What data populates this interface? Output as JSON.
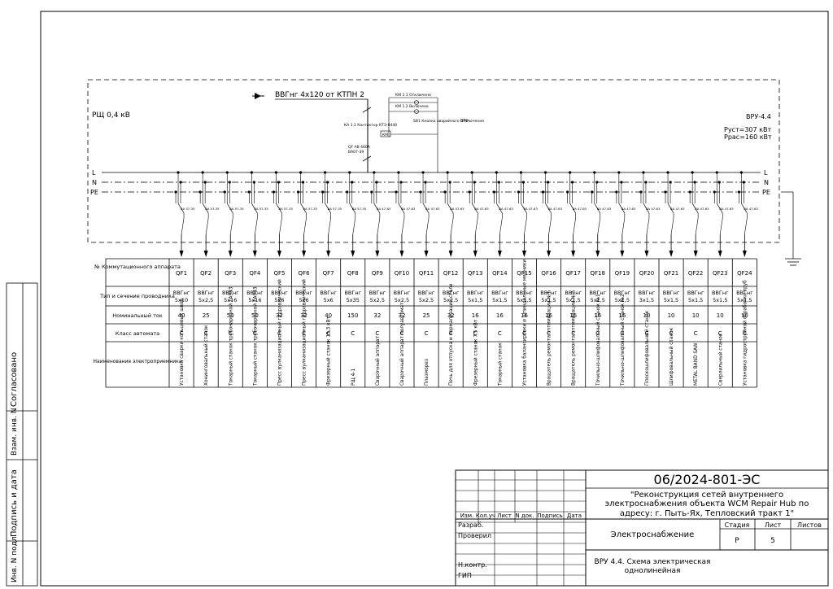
{
  "header": {
    "cable_label": "ВВГнг 4х120 от КТПН 2",
    "panel_left_label": "РЩ 0,4 кВ",
    "panel_right_label": "ВРУ-4.4",
    "p_installed": "Руст=307 кВт",
    "p_calc": "Ррас=160 кВт",
    "vru_label": "ВРУ"
  },
  "control": {
    "km_off": "КМ 1.1 Отключено",
    "km_on": "КМ 1.2 Включено",
    "ka_label": "КА 1.1 Контактор КТЭ-0440",
    "km_box": "КМ",
    "sb_label": "SB1 Кнопка аварийного отключения",
    "qf_main": "QF АВ 400А",
    "qf_main2": "ВА07-39"
  },
  "buses": {
    "l": "L",
    "n": "N",
    "pe": "PE"
  },
  "table_headers": {
    "device": "№ Коммутационного аппарата",
    "cable": "Тип и сечение проводника",
    "current": "Номинальный ток",
    "class": "Класс автомата",
    "consumer": "Наименование электроприемника"
  },
  "feeders": [
    {
      "qf": "QF1",
      "cable1": "ВВГнг",
      "cable2": "5х10",
      "current": "40",
      "cls": "C",
      "breaker": "ВА 57-35",
      "name": "Установка сварки кольцевых швов"
    },
    {
      "qf": "QF2",
      "cable1": "ВВГнг",
      "cable2": "5х2,5",
      "current": "25",
      "cls": "C",
      "breaker": "ВА 57-35",
      "name": "Хонинговальный станок"
    },
    {
      "qf": "QF3",
      "cable1": "ВВГнг",
      "cable2": "5х16",
      "current": "50",
      "cls": "C",
      "breaker": "ВА 57-35",
      "name": "Токарный станок трубонарезной 1А983"
    },
    {
      "qf": "QF4",
      "cable1": "ВВГнг",
      "cable2": "5х16",
      "current": "50",
      "cls": "C",
      "breaker": "ВА 57-35",
      "name": "Токарный станок трубонарезной 1А983"
    },
    {
      "qf": "QF5",
      "cable1": "ВВГнг",
      "cable2": "5х6",
      "current": "32",
      "cls": "C",
      "breaker": "ВА 57-35",
      "name": "Пресс вулканизационный гидравлический"
    },
    {
      "qf": "QF6",
      "cable1": "ВВГнг",
      "cable2": "5х6",
      "current": "32",
      "cls": "C",
      "breaker": "ВА 57-35",
      "name": "Пресс вулканизационный гидравлический"
    },
    {
      "qf": "QF7",
      "cable1": "ВВГнг",
      "cable2": "5х6",
      "current": "40",
      "cls": "C",
      "breaker": "ВА 57-35",
      "name": "Фрезерный станок 15,3 кВт"
    },
    {
      "qf": "QF8",
      "cable1": "ВВГнг",
      "cable2": "5х35",
      "current": "150",
      "cls": "C",
      "breaker": "ВА 57-35",
      "name": "РЩ 4-1"
    },
    {
      "qf": "QF9",
      "cable1": "ВВГнг",
      "cable2": "5х2,5",
      "current": "32",
      "cls": "C",
      "breaker": "ВА 47-63",
      "name": "Сварочный аппарат"
    },
    {
      "qf": "QF10",
      "cable1": "ВВГнг",
      "cable2": "5х2,5",
      "current": "32",
      "cls": "C",
      "breaker": "ВА 47-63",
      "name": "Сварочный аппарат полуавтомат"
    },
    {
      "qf": "QF11",
      "cable1": "ВВГнг",
      "cable2": "5х2,5",
      "current": "25",
      "cls": "C",
      "breaker": "ВА 47-63",
      "name": "Плазморез"
    },
    {
      "qf": "QF12",
      "cable1": "ВВГнг",
      "cable2": "5х2,5",
      "current": "32",
      "cls": "C",
      "breaker": "ВА 47-63",
      "name": "Печь для отпуска и нормализации стали"
    },
    {
      "qf": "QF13",
      "cable1": "ВВГнг",
      "cable2": "5х1,5",
      "current": "16",
      "cls": "C",
      "breaker": "ВА 47-63",
      "name": "Фрезерный станок 7,5 кВт"
    },
    {
      "qf": "QF14",
      "cable1": "ВВГнг",
      "cable2": "5х1,5",
      "current": "16",
      "cls": "C",
      "breaker": "ВА 47-63",
      "name": "Токарный станок"
    },
    {
      "qf": "QF15",
      "cable1": "ВВГнг",
      "cable2": "5х1,5",
      "current": "16",
      "cls": "C",
      "breaker": "ВА 47-63",
      "name": "Установка балансировки и шпиндельные мехники"
    },
    {
      "qf": "QF16",
      "cable1": "ВВГнг",
      "cable2": "5х1,5",
      "current": "16",
      "cls": "C",
      "breaker": "ВА 47-63",
      "name": "Вращатель ремонта оптимизации №1"
    },
    {
      "qf": "QF17",
      "cable1": "ВВГнг",
      "cable2": "5х1,5",
      "current": "16",
      "cls": "C",
      "breaker": "ВА 47-63",
      "name": "Вращатель ремонта оптимизации №2"
    },
    {
      "qf": "QF18",
      "cable1": "ВВГнг",
      "cable2": "5х1,5",
      "current": "16",
      "cls": "C",
      "breaker": "ВА 47-63",
      "name": "Точильно-шлифовальный станок №1"
    },
    {
      "qf": "QF19",
      "cable1": "ВВГнг",
      "cable2": "5х1,5",
      "current": "16",
      "cls": "C",
      "breaker": "ВА 47-63",
      "name": "Точильно-шлифовальный станок №2"
    },
    {
      "qf": "QF20",
      "cable1": "ВВГнг",
      "cable2": "3х1,5",
      "current": "10",
      "cls": "C",
      "breaker": "ВА 47-63",
      "name": "Плоскошлифовальный станок"
    },
    {
      "qf": "QF21",
      "cable1": "ВВГнг",
      "cable2": "5х1,5",
      "current": "10",
      "cls": "C",
      "breaker": "ВА 47-63",
      "name": "Шлифовальный станок"
    },
    {
      "qf": "QF22",
      "cable1": "ВВГнг",
      "cable2": "5х1,5",
      "current": "10",
      "cls": "C",
      "breaker": "ВА 47-63",
      "name": "METAL BAND SAW"
    },
    {
      "qf": "QF23",
      "cable1": "ВВГнг",
      "cable2": "5х1,5",
      "current": "10",
      "cls": "C",
      "breaker": "ВА 47-63",
      "name": "Сверлильный станок"
    },
    {
      "qf": "QF24",
      "cable1": "ВВГнг",
      "cable2": "5х1,5",
      "current": "10",
      "cls": "C",
      "breaker": "ВА 47-63",
      "name": "Установка гидроструйной обработки труб"
    }
  ],
  "side_stamps": {
    "soglasovano": "Согласовано",
    "vzam": "Взам. инв. N",
    "podpis": "Подпись и дата",
    "inv": "Инв. N подл."
  },
  "title_block": {
    "doc_code": "06/2024-801-ЭС",
    "project_1": "\"Реконструкция сетей внутреннего",
    "project_2": "электроснабжения объекта WCM Repair Hub по",
    "project_3": "адресу: г. Пыть-Ях, Тепловский тракт 1\"",
    "col_izm": "Изм.",
    "col_koluch": "Кол.уч",
    "col_list": "Лист",
    "col_ndok": "N док.",
    "col_podpis": "Подпись",
    "col_data": "Дата",
    "razrab": "Разраб.",
    "proveril": "Проверил",
    "nkontr": "Н.контр.",
    "gip": "ГИП",
    "section": "Электроснабжение",
    "stadiya_h": "Стадия",
    "list_h": "Лист",
    "listov_h": "Листов",
    "stadiya": "Р",
    "list": "5",
    "listov": "",
    "sheet_title_1": "ВРУ 4.4. Схема электрическая",
    "sheet_title_2": "однолинейная"
  }
}
